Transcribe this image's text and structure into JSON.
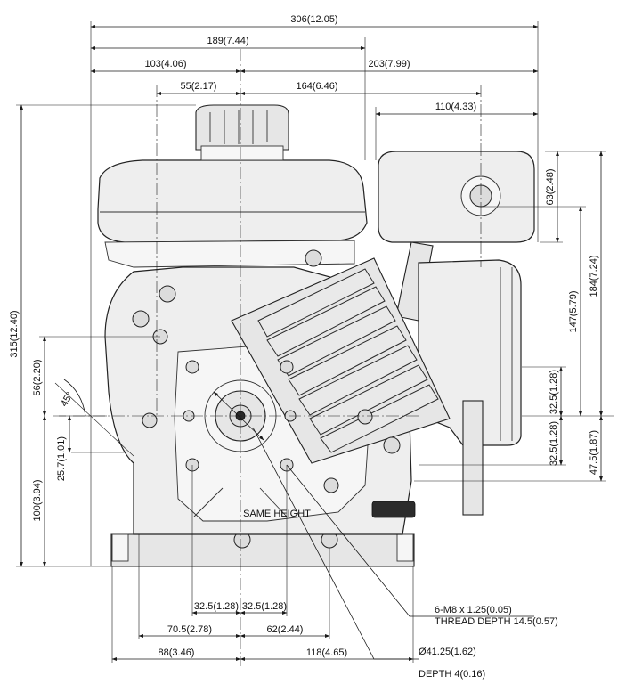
{
  "dimensions": {
    "overall_width": "306(12.05)",
    "left_to_air_cleaner_edge": "189(7.44)",
    "left_to_shaft_center": "103(4.06)",
    "shaft_center_to_right": "203(7.99)",
    "fuel_cap_offset": "55(2.17)",
    "shaft_to_cleaner_center": "164(6.46)",
    "cleaner_center_to_right": "110(4.33)",
    "overall_height": "315(12.40)",
    "cleaner_center_height": "63(2.48)",
    "muffler_top_to_base": "184(7.24)",
    "muffler_outlet_height": "147(5.79)",
    "bolt_vert_upper": "32.5(1.28)",
    "bolt_vert_lower": "32.5(1.28)",
    "outlet_to_shaft": "47.5(1.87)",
    "shaft_to_upper_hole": "56(2.20)",
    "angle": "45°",
    "shaft_to_lower_hole": "25.7(1.01)",
    "shaft_height": "100(3.94)",
    "bolt_horiz_left": "32.5(1.28)",
    "bolt_horiz_right": "32.5(1.28)",
    "base_left_hole": "70.5(2.78)",
    "base_right_hole": "62(2.44)",
    "base_left_edge": "88(3.46)",
    "base_right_edge": "118(4.65)"
  },
  "notes": {
    "same_height": "SAME HEIGHT",
    "thread_line1": "6-M8 x 1.25(0.05)",
    "thread_line2": "THREAD DEPTH 14.5(0.57)",
    "bore_line1": "Ø41.25(1.62)",
    "bore_line2": "DEPTH 4(0.16)"
  }
}
